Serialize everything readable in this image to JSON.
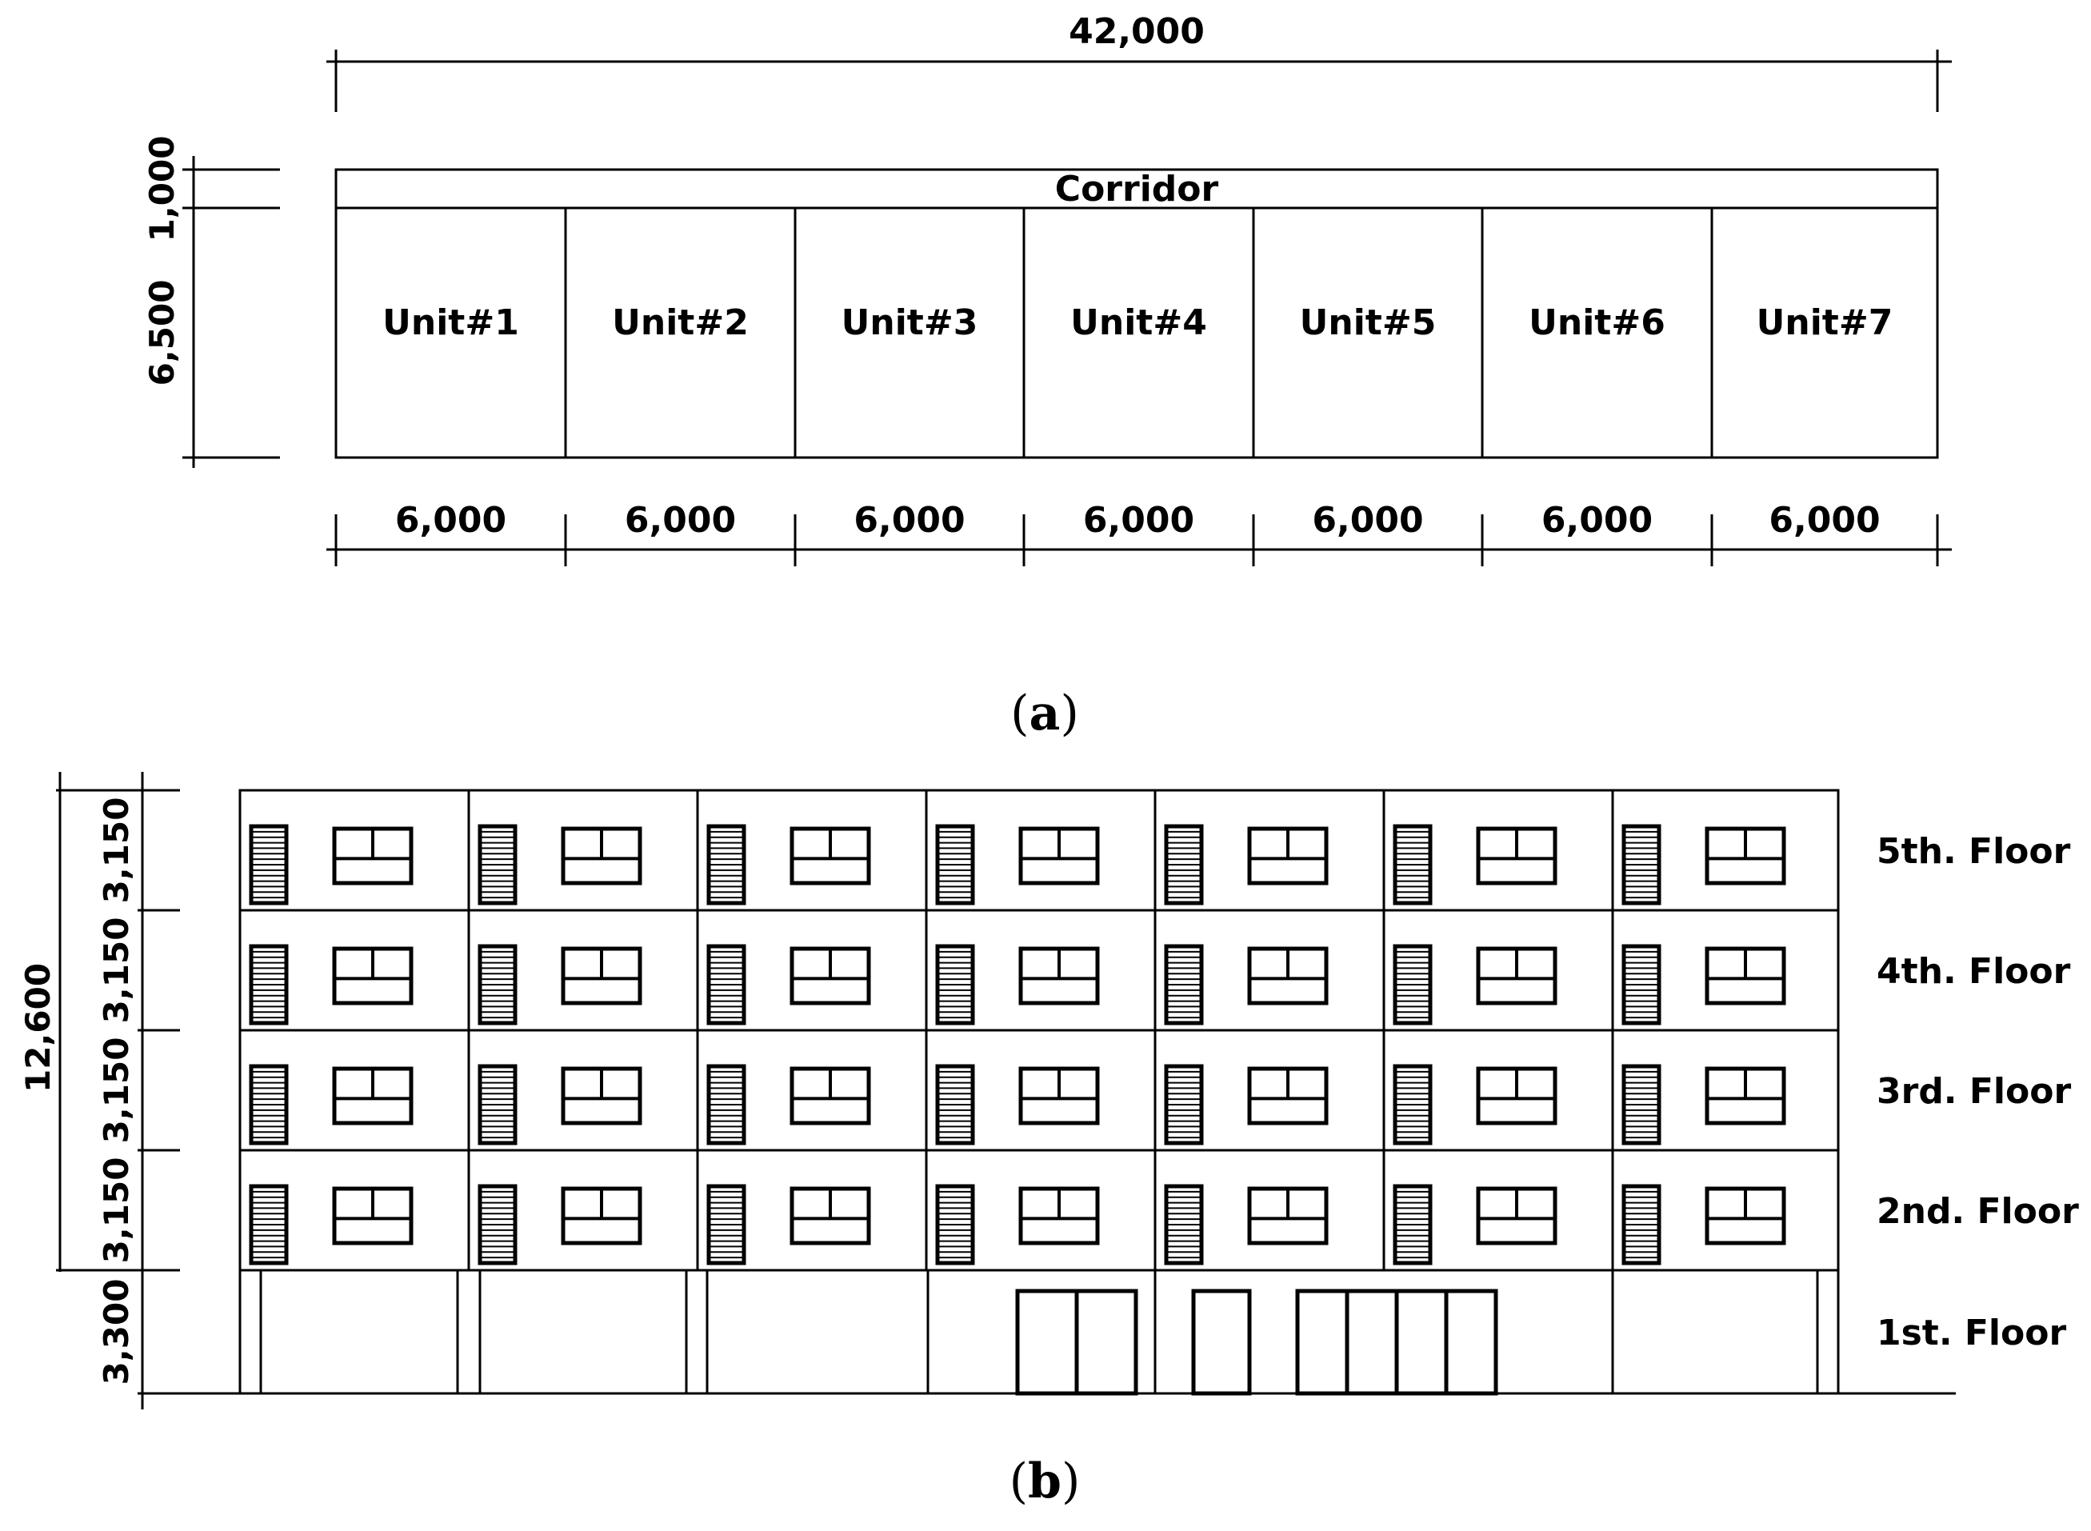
{
  "plan": {
    "total_length": "42,000",
    "corridor_depth": "1,000",
    "unit_depth": "6,500",
    "corridor_label": "Corridor",
    "units": [
      {
        "name": "Unit#1",
        "width": "6,000"
      },
      {
        "name": "Unit#2",
        "width": "6,000"
      },
      {
        "name": "Unit#3",
        "width": "6,000"
      },
      {
        "name": "Unit#4",
        "width": "6,000"
      },
      {
        "name": "Unit#5",
        "width": "6,000"
      },
      {
        "name": "Unit#6",
        "width": "6,000"
      },
      {
        "name": "Unit#7",
        "width": "6,000"
      }
    ],
    "caption_open": "(",
    "caption_letter": "a",
    "caption_close": ")"
  },
  "elevation": {
    "total_height": "12,600",
    "floors": [
      {
        "label": "5th. Floor",
        "height": "3,150"
      },
      {
        "label": "4th. Floor",
        "height": "3,150"
      },
      {
        "label": "3rd. Floor",
        "height": "3,150"
      },
      {
        "label": "2nd. Floor",
        "height": "3,150"
      },
      {
        "label": "1st. Floor",
        "height": "3,300"
      }
    ],
    "caption_open": "(",
    "caption_letter": "b",
    "caption_close": ")"
  }
}
